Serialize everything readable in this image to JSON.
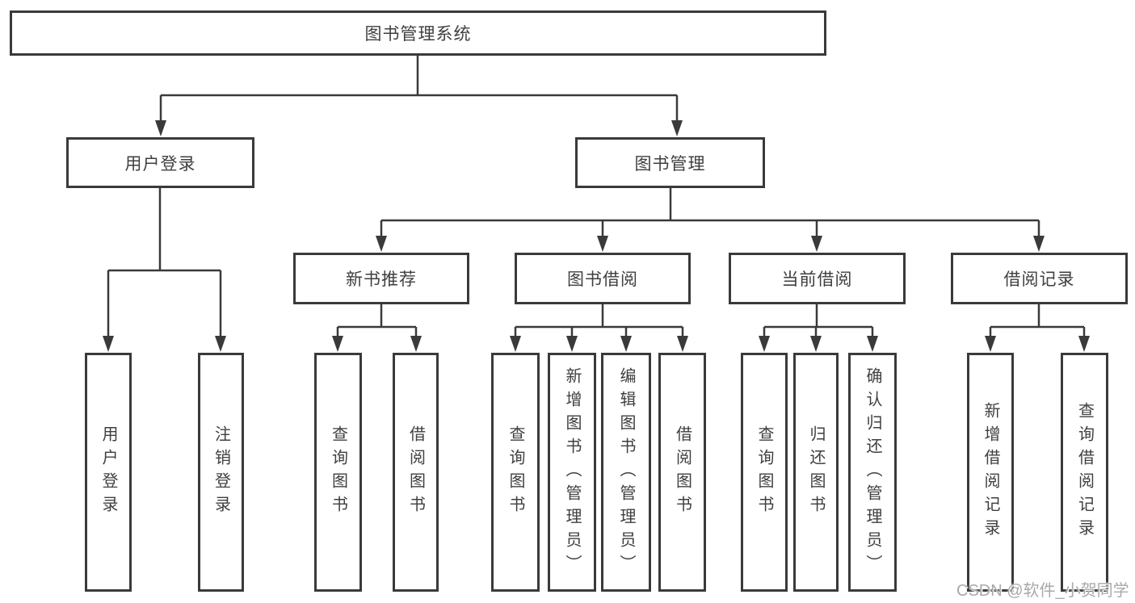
{
  "tree": {
    "root": "图书管理系统",
    "branches": [
      {
        "label": "用户登录",
        "children": [
          "用户登录",
          "注销登录"
        ]
      },
      {
        "label": "图书管理",
        "groups": [
          {
            "label": "新书推荐",
            "children": [
              "查询图书",
              "借阅图书"
            ]
          },
          {
            "label": "图书借阅",
            "children": [
              "查询图书",
              "新增图书（管理员）",
              "编辑图书（管理员）",
              "借阅图书"
            ]
          },
          {
            "label": "当前借阅",
            "children": [
              "查询图书",
              "归还图书",
              "确认归还（管理员）"
            ]
          },
          {
            "label": "借阅记录",
            "children": [
              "新增借阅记录",
              "查询借阅记录"
            ]
          }
        ]
      }
    ]
  },
  "watermark": {
    "text": "CSDN @软件_小贺同学"
  },
  "colors": {
    "line": "#3a3a3a",
    "text": "#3f3f3f",
    "watermark": "#a9a9a9"
  }
}
